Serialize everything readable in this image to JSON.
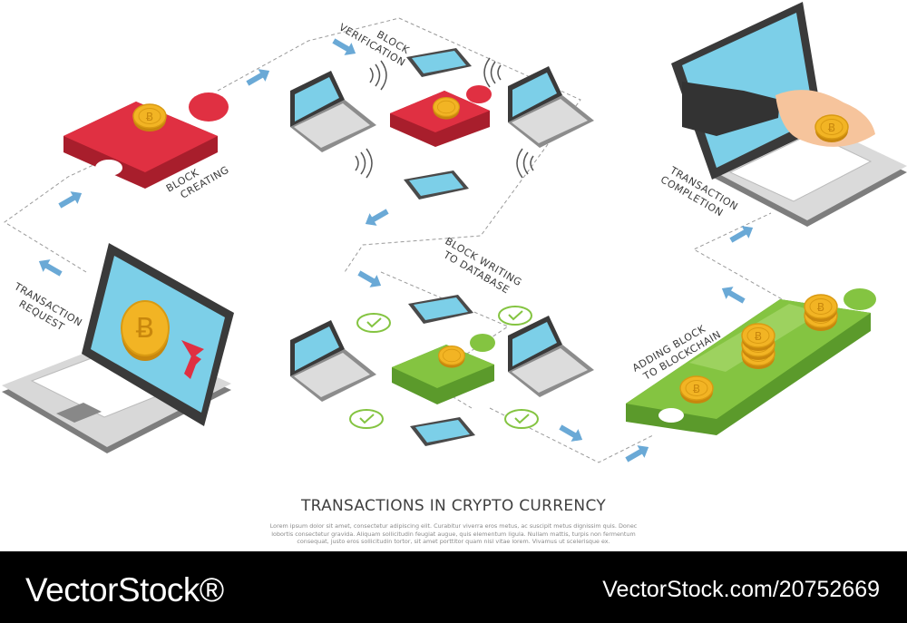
{
  "title": "TRANSACTIONS IN CRYPTO CURRENCY",
  "description": "Lorem ipsum dolor sit amet, consectetur adipiscing elit. Curabitur viverra eros metus, ac suscipit metus dignissim quis. Donec lobortis consectetur gravida. Aliquam sollicitudin feugiat augue, quis elementum ligula. Nullam mattis, turpis non fermentum consequat, justo eros sollicitudin tortor, sit amet porttitor quam nisl vitae lorem. Vivamus ut scelerisque ex.",
  "steps": {
    "request": [
      "TRANSACTION",
      "REQUEST"
    ],
    "creating": [
      "BLOCK",
      "CREATING"
    ],
    "verification": [
      "BLOCK",
      "VERIFICATION"
    ],
    "writing": [
      "BLOCK WRITING",
      "TO DATABASE"
    ],
    "adding": [
      "ADDING BLOCK",
      "TO BLOCKCHAIN"
    ],
    "completion": [
      "TRANSACTION",
      "COMPLETION"
    ]
  },
  "coin_symbol": "Ƀ",
  "footer": {
    "brand": "VectorStock®",
    "image_id": "VectorStock.com/20752669"
  },
  "colors": {
    "red": "#e03042",
    "green": "#84c441",
    "gold": "#f2b424",
    "screen": "#7ccfe8",
    "arrow": "#6aa9d6"
  }
}
